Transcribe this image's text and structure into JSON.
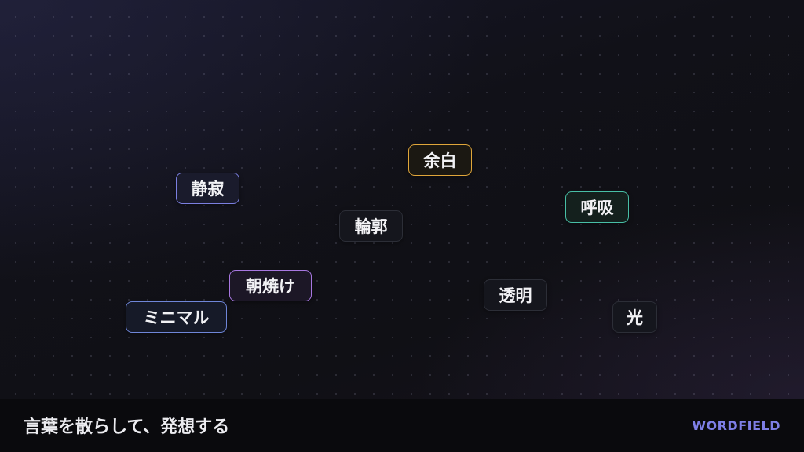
{
  "words": [
    {
      "id": "seijaku",
      "label": "静寂",
      "style": "indigo"
    },
    {
      "id": "yohaku",
      "label": "余白",
      "style": "gold"
    },
    {
      "id": "kokyu",
      "label": "呼吸",
      "style": "teal"
    },
    {
      "id": "rinkaku",
      "label": "輪郭",
      "style": "plain"
    },
    {
      "id": "asayake",
      "label": "朝焼け",
      "style": "violet"
    },
    {
      "id": "minimal",
      "label": "ミニマル",
      "style": "blue"
    },
    {
      "id": "tomei",
      "label": "透明",
      "style": "plain"
    },
    {
      "id": "hikari",
      "label": "光",
      "style": "plain"
    }
  ],
  "footer": {
    "tagline": "言葉を散らして、発想する",
    "brand": "WORDFIELD"
  },
  "colors": {
    "indigo": "#7b7fe0",
    "gold": "#e0a63a",
    "teal": "#48bfa6",
    "violet": "#a777e0",
    "blue": "#6f86d8",
    "brand": "#7e7fe6"
  }
}
